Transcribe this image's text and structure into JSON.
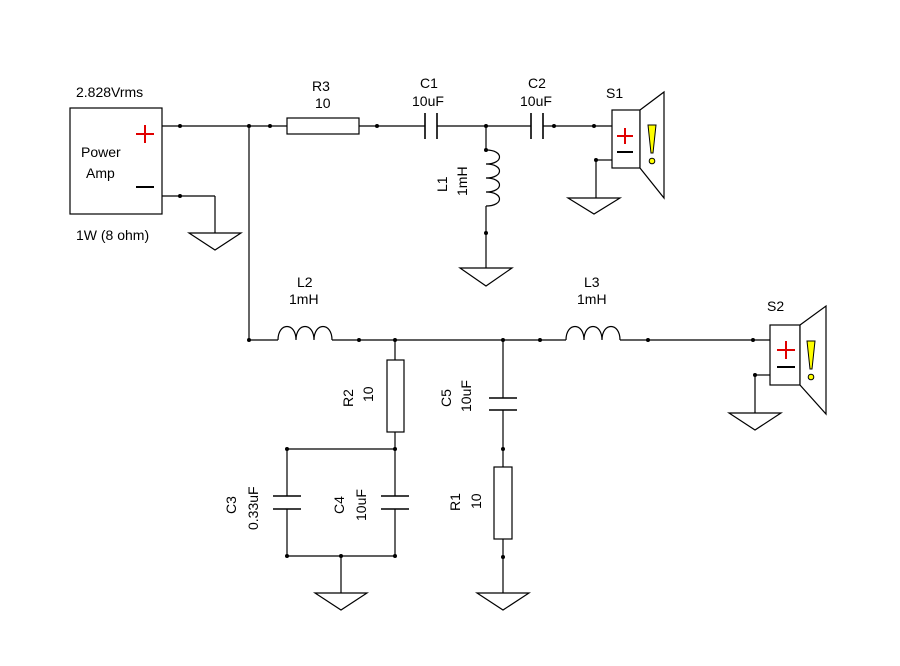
{
  "amp": {
    "voltage": "2.828Vrms",
    "label_line1": "Power",
    "label_line2": "Amp",
    "rating": "1W (8 ohm)"
  },
  "components": {
    "R3": {
      "ref": "R3",
      "value": "10"
    },
    "C1": {
      "ref": "C1",
      "value": "10uF"
    },
    "C2": {
      "ref": "C2",
      "value": "10uF"
    },
    "L1": {
      "ref": "L1",
      "value": "1mH"
    },
    "L2": {
      "ref": "L2",
      "value": "1mH"
    },
    "L3": {
      "ref": "L3",
      "value": "1mH"
    },
    "R2": {
      "ref": "R2",
      "value": "10"
    },
    "C5": {
      "ref": "C5",
      "value": "10uF"
    },
    "C3": {
      "ref": "C3",
      "value": "0.33uF"
    },
    "C4": {
      "ref": "C4",
      "value": "10uF"
    },
    "R1": {
      "ref": "R1",
      "value": "10"
    }
  },
  "speakers": {
    "S1": {
      "ref": "S1"
    },
    "S2": {
      "ref": "S2"
    }
  },
  "colors": {
    "plus": "#e00000",
    "warning": "#ffff00",
    "wire": "#000000"
  }
}
